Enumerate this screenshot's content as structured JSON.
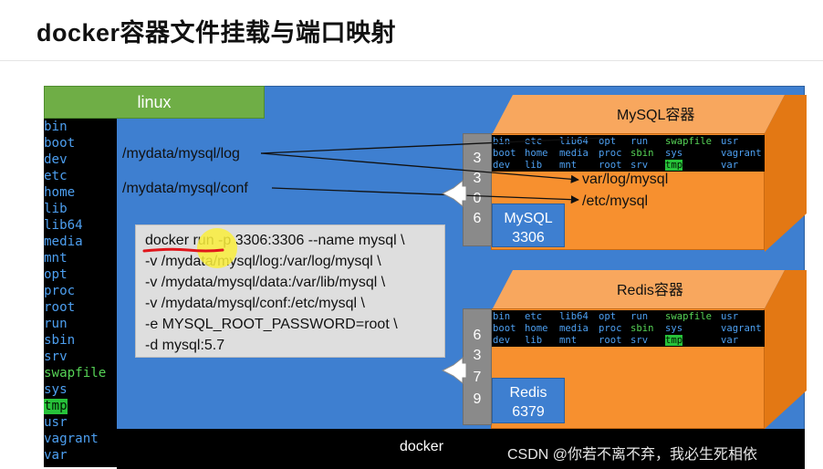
{
  "slide": {
    "title": "docker容器文件挂载与端口映射",
    "watermark": "CSDN @你若不离不弃，我必生死相依"
  },
  "linux_tab": {
    "label": "linux"
  },
  "sidebar_dirs": [
    "bin",
    "boot",
    "dev",
    "etc",
    "home",
    "lib",
    "lib64",
    "media",
    "mnt",
    "opt",
    "proc",
    "root",
    "run",
    "sbin",
    "srv",
    "swapfile",
    "sys",
    "tmp",
    "usr",
    "vagrant",
    "var"
  ],
  "host_paths": {
    "log": "/mydata/mysql/log",
    "conf": "/mydata/mysql/conf"
  },
  "command": {
    "lines": [
      "docker run -p 3306:3306 --name mysql \\",
      "-v /mydata/mysql/log:/var/log/mysql \\",
      "-v /mydata/mysql/data:/var/lib/mysql \\",
      "-v /mydata/mysql/conf:/etc/mysql \\",
      "-e MYSQL_ROOT_PASSWORD=root \\",
      "-d mysql:5.7"
    ]
  },
  "terminal_listing": {
    "rows": [
      [
        "bin",
        "etc",
        "lib64",
        "opt",
        "run",
        "swapfile",
        "usr"
      ],
      [
        "boot",
        "home",
        "media",
        "proc",
        "sbin",
        "sys",
        "vagrant"
      ],
      [
        "dev",
        "lib",
        "mnt",
        "root",
        "srv",
        "tmp",
        "var"
      ]
    ]
  },
  "mysql_container": {
    "title": "MySQL容器",
    "port_digits": [
      "3",
      "3",
      "0",
      "6"
    ],
    "name": "MySQL",
    "port": "3306",
    "paths": {
      "log": "var/log/mysql",
      "conf": "/etc/mysql"
    }
  },
  "redis_container": {
    "title": "Redis容器",
    "port_digits": [
      "6",
      "3",
      "7",
      "9"
    ],
    "name": "Redis",
    "port": "6379"
  },
  "docker_label": "docker",
  "colors": {
    "panel_blue": "#3e7fd0",
    "linux_green": "#6fae46",
    "container_orange": "#f7902f",
    "port_gray": "#8a8a8a",
    "terminal_black": "#000000",
    "dir_blue": "#4d9ff0",
    "exec_green": "#56d356",
    "highlight_green": "#27c23a"
  }
}
